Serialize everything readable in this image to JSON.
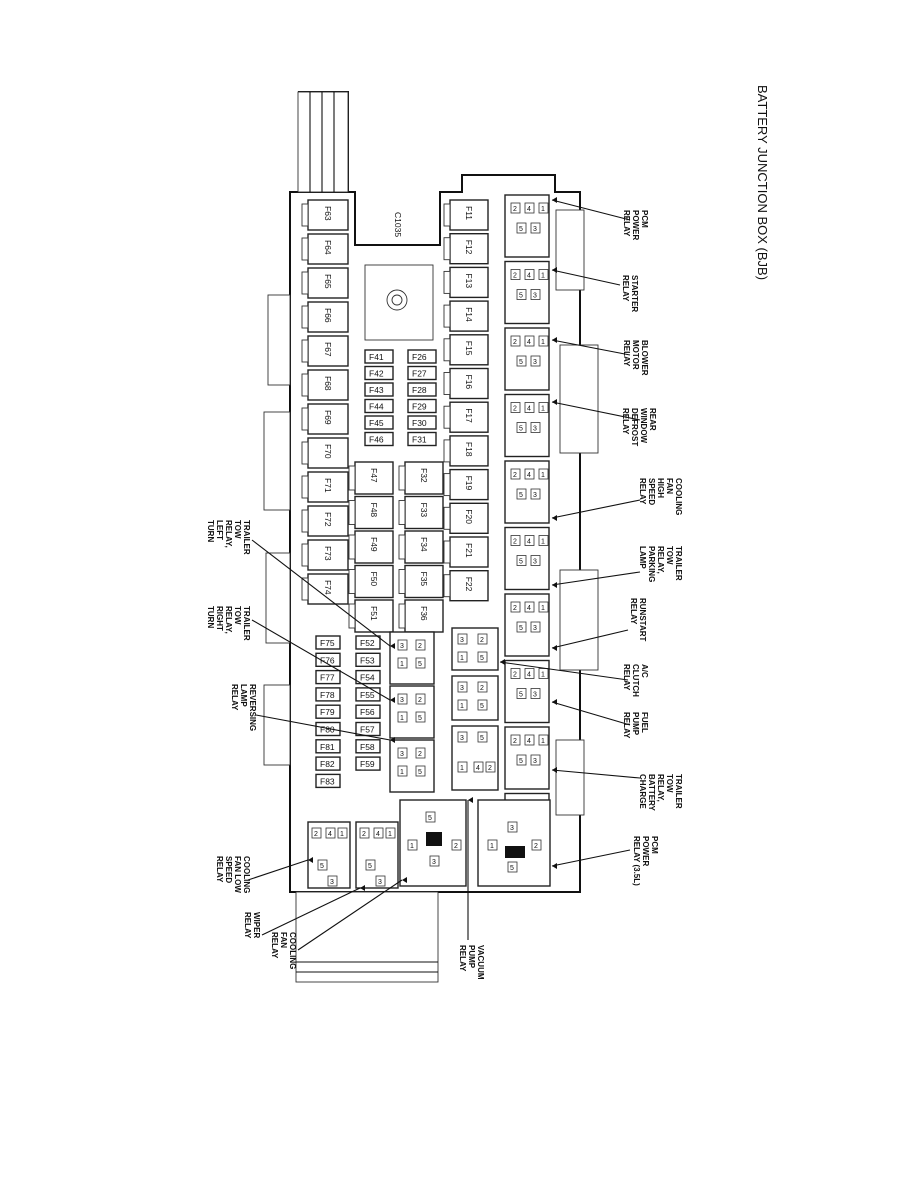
{
  "title": "BATTERY JUNCTION BOX (BJB)",
  "connector": "C1035",
  "fuses_left_col": [
    "F63",
    "F64",
    "F65",
    "F66",
    "F67",
    "F68",
    "F69",
    "F70",
    "F71",
    "F72",
    "F73",
    "F74"
  ],
  "fuses_right_col": [
    "F11",
    "F12",
    "F13",
    "F14",
    "F15",
    "F16",
    "F17",
    "F18",
    "F19",
    "F20",
    "F21",
    "F22"
  ],
  "fuses_mid_a": [
    "F41",
    "F42",
    "F43",
    "F44",
    "F45",
    "F46"
  ],
  "fuses_mid_b": [
    "F26",
    "F27",
    "F28",
    "F29",
    "F30",
    "F31"
  ],
  "fuses_center_a": [
    "F47",
    "F48",
    "F49",
    "F50",
    "F51"
  ],
  "fuses_center_b": [
    "F32",
    "F33",
    "F34",
    "F35",
    "F36"
  ],
  "fuses_lower_a": [
    "F75",
    "F76",
    "F77",
    "F78",
    "F79",
    "F80",
    "F81",
    "F82",
    "F83"
  ],
  "fuses_lower_b": [
    "F52",
    "F53",
    "F54",
    "F55",
    "F56",
    "F57",
    "F58",
    "F59"
  ],
  "relay_pins": [
    "1",
    "2",
    "3",
    "4",
    "5"
  ],
  "callouts_right": [
    [
      "PCM",
      "POWER",
      "RELAY"
    ],
    [
      "STARTER",
      "RELAY"
    ],
    [
      "BLOWER",
      "MOTOR",
      "RELAY"
    ],
    [
      "REAR",
      "WINDOW",
      "DEFROST",
      "RELAY"
    ],
    [
      "COOLING",
      "FAN",
      "HIGH",
      "SPEED",
      "RELAY"
    ],
    [
      "TRAILER",
      "TOW",
      "RELAY,",
      "PARKING",
      "LAMP"
    ],
    [
      "RUNSTART",
      "RELAY"
    ],
    [
      "A/C",
      "CLUTCH",
      "RELAY"
    ],
    [
      "FUEL",
      "PUMP",
      "RELAY"
    ],
    [
      "TRAILER",
      "TOW",
      "RELAY,",
      "BATTERY",
      "CHARGE"
    ],
    [
      "PCM",
      "POWER",
      "RELAY (3.5L)"
    ]
  ],
  "callouts_left": [
    [
      "TRAILER",
      "TOW",
      "RELAY,",
      "LEFT",
      "TURN"
    ],
    [
      "TRAILER",
      "TOW",
      "RELAY,",
      "RIGHT",
      "TURN"
    ],
    [
      "REVERSING",
      "LAMP",
      "RELAY"
    ],
    [
      "COOLING",
      "FAN LOW",
      "SPEED",
      "RELAY"
    ],
    [
      "WIPER",
      "RELAY"
    ],
    [
      "COOLING",
      "FAN",
      "RELAY"
    ]
  ],
  "callout_bottom": [
    "VACUUM",
    "PUMP",
    "RELAY"
  ]
}
